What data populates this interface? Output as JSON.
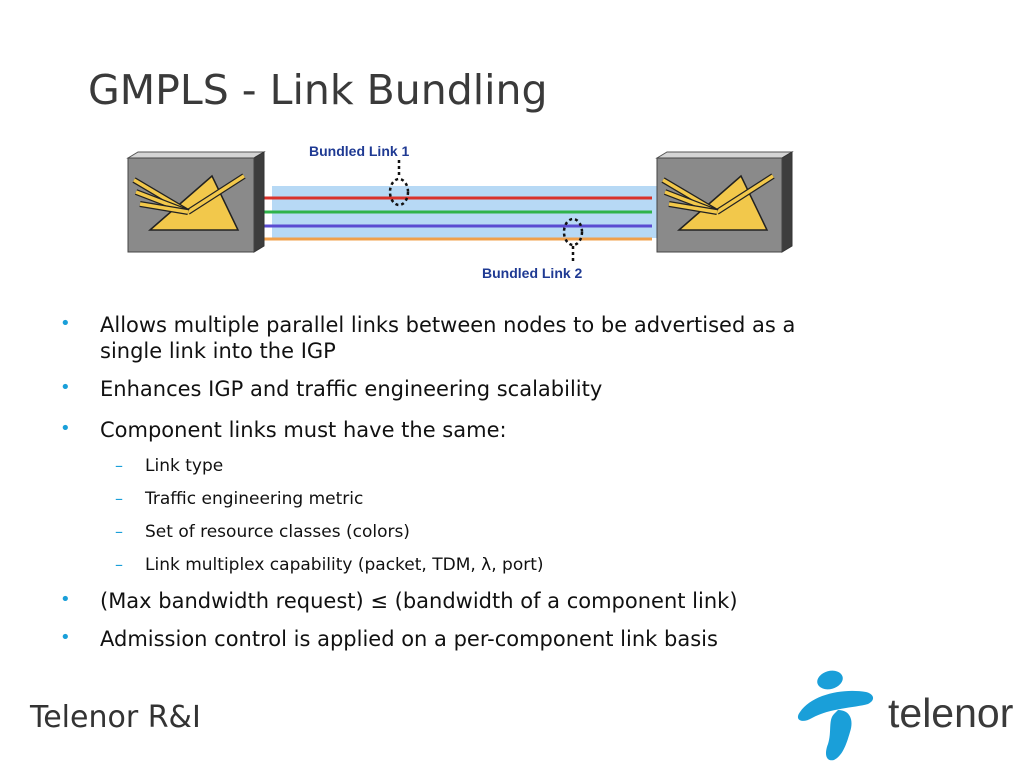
{
  "slide": {
    "title": "GMPLS - Link Bundling"
  },
  "diagram": {
    "label_1": "Bundled Link 1",
    "label_2": "Bundled Link 2",
    "label_color": "#1f3a93",
    "link_colors": [
      "#d9322b",
      "#2fb34a",
      "#5a4bd1",
      "#f0a04b"
    ],
    "bundle_fill": "#b7d9f5"
  },
  "bullets": [
    {
      "text": "Allows multiple parallel links between nodes to be advertised as a single link into the IGP"
    },
    {
      "text": "Enhances IGP and traffic engineering scalability"
    },
    {
      "text": "Component links must have the same:"
    },
    {
      "text": "Link type"
    },
    {
      "text": "Traffic engineering metric"
    },
    {
      "text": "Set of resource classes (colors)"
    },
    {
      "text": "Link multiplex capability (packet, TDM, λ, port)"
    },
    {
      "text": "(Max bandwidth request) ≤  (bandwidth of a component link)"
    },
    {
      "text": "Admission control is applied on a per-component link basis"
    }
  ],
  "bullet_symbol": "•",
  "sub_bullet_symbol": "–",
  "footer": {
    "left_text": "Telenor R&I",
    "brand": "telenor",
    "brand_color": "#1a9fd9"
  }
}
